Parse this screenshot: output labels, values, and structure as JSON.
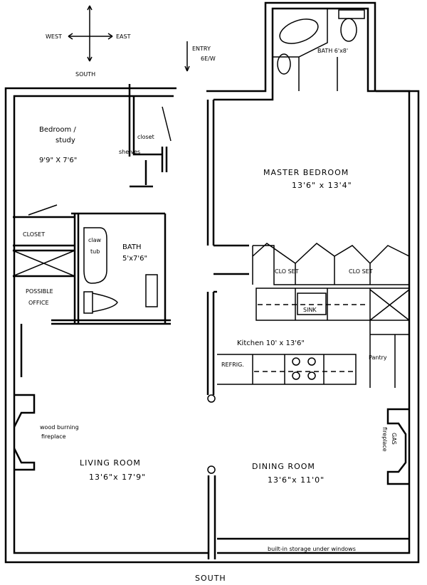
{
  "compass": {
    "west": "WEST",
    "east": "EAST",
    "south": "SOUTH"
  },
  "entry": {
    "label": "ENTRY",
    "sub": "6E/W"
  },
  "rooms": {
    "bedroom_study": {
      "name_line1": "Bedroom /",
      "name_line2": "study",
      "size": "9'9\" X 7'6\""
    },
    "bedroom_closet": "closet",
    "shelves": "shelves",
    "master_bedroom": {
      "name": "MASTER BEDROOM",
      "size": "13'6\" x 13'4\""
    },
    "master_bath": "BATH 6'x8'",
    "closet_left": "CLOSET",
    "bath": {
      "name": "BATH",
      "size": "5'x7'6\"",
      "tub_line1": "claw",
      "tub_line2": "tub"
    },
    "possible_office_line1": "POSSIBLE",
    "possible_office_line2": "OFFICE",
    "closet_a": "CLO SET",
    "closet_b": "CLO SET",
    "sink": "SINK",
    "kitchen": "Kitchen 10' x 13'6\"",
    "refrig": "REFRIG.",
    "pantry": "Pantry",
    "wood_fireplace_line1": "wood burning",
    "wood_fireplace_line2": "fireplace",
    "gas_fireplace_line1": "GAS",
    "gas_fireplace_line2": "fireplace",
    "living_room": {
      "name": "LIVING ROOM",
      "size": "13'6\"x 17'9\""
    },
    "dining_room": {
      "name": "DINING ROOM",
      "size": "13'6\"x 11'0\""
    },
    "storage": "built-in storage under windows"
  },
  "footer": {
    "south": "SOUTH"
  }
}
